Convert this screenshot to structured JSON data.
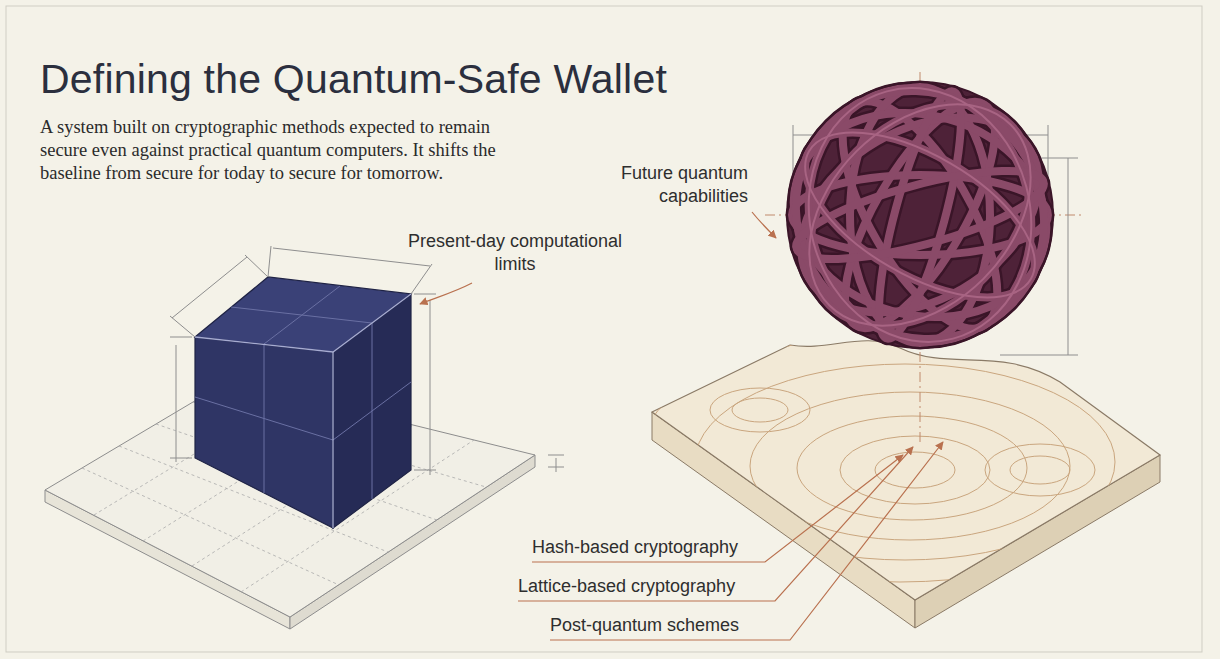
{
  "diagram": {
    "title": "Defining the Quantum-Safe Wallet",
    "labels": [
      "A system built on cryptographic methods expected to remain secure even against practical quantum computers. It shifts the baseline from secure for today to secure for tomorrow.",
      "Present-day computational limits",
      "Future quantum capabilities",
      "Hash-based cryptography",
      "Lattice-based cryptography",
      "Post-quantum schemes"
    ]
  }
}
